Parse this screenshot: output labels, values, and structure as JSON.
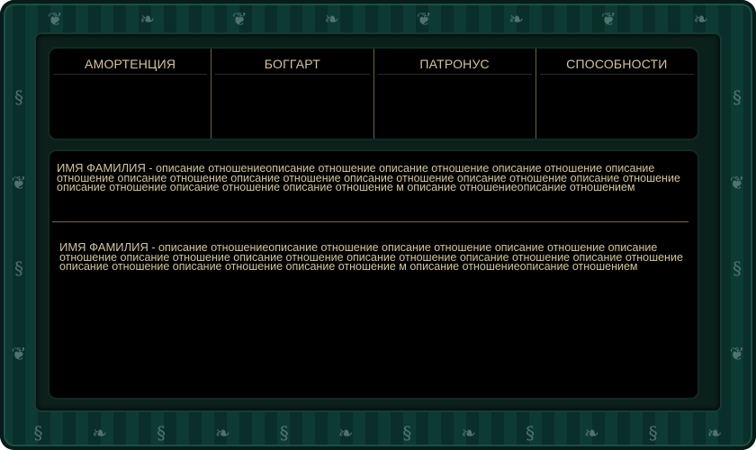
{
  "tabs": [
    {
      "label": "АМОРТЕНЦИЯ"
    },
    {
      "label": "БОГГАРТ"
    },
    {
      "label": "ПАТРОНУС"
    },
    {
      "label": "СПОСОБНОСТИ"
    }
  ],
  "relationships": [
    {
      "name": "ИМЯ ФАМИЛИЯ",
      "separator": " - ",
      "text": "описание отношениеописание отношение описание отношение описание отношение описание отношение описание отношение описание отношение описание отношение описание отношение описание отношение описание отношение описание отношение описание отношение м описание отношениеописание отношением"
    },
    {
      "name": "ИМЯ ФАМИЛИЯ",
      "separator": " - ",
      "text": "описание отношениеописание отношение описание отношение описание отношение описание отношение описание отношение описание отношение описание отношение описание отношение описание отношение описание отношение описание отношение описание отношение м описание отношениеописание отношением"
    }
  ],
  "colors": {
    "frame_stripe_dark": "#0a2e28",
    "frame_stripe_light": "#0d3b33",
    "panel_bg": "#000000",
    "text_gold": "#d3c49a",
    "divider": "#7a6a48"
  },
  "icons": {
    "ornament": "serpent-ornament-icon"
  }
}
